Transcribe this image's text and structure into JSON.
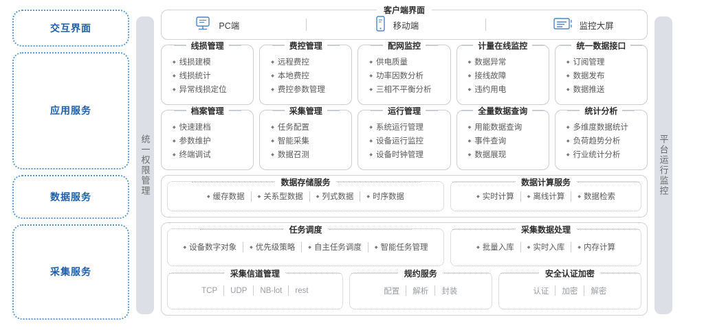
{
  "layers": [
    {
      "id": "interactive",
      "label": "交互界面"
    },
    {
      "id": "application",
      "label": "应用服务"
    },
    {
      "id": "data",
      "label": "数据服务"
    },
    {
      "id": "collection",
      "label": "采集服务"
    }
  ],
  "side_bars": {
    "left": "统一权限管理",
    "right": "平台运行监控"
  },
  "client_bar": {
    "title": "客户端界面",
    "items": [
      {
        "icon": "desktop-icon",
        "label": "PC端"
      },
      {
        "icon": "mobile-icon",
        "label": "移动端"
      },
      {
        "icon": "dashboard-screen-icon",
        "label": "监控大屏"
      }
    ]
  },
  "app_rows": [
    [
      {
        "title": "线损管理",
        "items": [
          "线损建模",
          "线损统计",
          "异常线损定位"
        ]
      },
      {
        "title": "费控管理",
        "items": [
          "远程费控",
          "本地费控",
          "费控参数管理"
        ]
      },
      {
        "title": "配网监控",
        "items": [
          "供电质量",
          "功率因数分析",
          "三相不平衡分析"
        ]
      },
      {
        "title": "计量在线监控",
        "items": [
          "数据异常",
          "接线故障",
          "违约用电"
        ]
      },
      {
        "title": "统一数据接口",
        "items": [
          "订阅管理",
          "数据发布",
          "数据推送"
        ]
      }
    ],
    [
      {
        "title": "档案管理",
        "items": [
          "快速建档",
          "参数维护",
          "终端调试"
        ]
      },
      {
        "title": "采集管理",
        "items": [
          "任务配置",
          "智能采集",
          "数据召测"
        ]
      },
      {
        "title": "运行管理",
        "items": [
          "系统运行管理",
          "设备运行监控",
          "设备时钟管理"
        ]
      },
      {
        "title": "全量数据查询",
        "items": [
          "用能数据查询",
          "事件查询",
          "数据展现"
        ]
      },
      {
        "title": "统计分析",
        "items": [
          "多维度数据统计",
          "负荷趋势分析",
          "行业统计分析"
        ]
      }
    ]
  ],
  "data_service": [
    {
      "title": "数据存储服务",
      "bulleted": true,
      "flex": 2,
      "items": [
        "缓存数据",
        "关系型数据",
        "列式数据",
        "时序数据"
      ]
    },
    {
      "title": "数据计算服务",
      "bulleted": true,
      "flex": 1.35,
      "items": [
        "实时计算",
        "离线计算",
        "数据检索"
      ]
    }
  ],
  "collection_service": {
    "row1": [
      {
        "title": "任务调度",
        "bulleted": true,
        "flex": 2,
        "items": [
          "设备数字对象",
          "优先级策略",
          "自主任务调度",
          "智能任务管理"
        ]
      },
      {
        "title": "采集数据处理",
        "bulleted": true,
        "flex": 1.35,
        "items": [
          "批量入库",
          "实时入库",
          "内存计算"
        ]
      }
    ],
    "row2": [
      {
        "title": "采集信道管理",
        "bulleted": false,
        "pale": true,
        "flex": 1.25,
        "items": [
          "TCP",
          "UDP",
          "NB-lot",
          "rest"
        ]
      },
      {
        "title": "规约服务",
        "bulleted": false,
        "pale": true,
        "flex": 1,
        "items": [
          "配置",
          "解析",
          "封装"
        ]
      },
      {
        "title": "安全认证加密",
        "bulleted": false,
        "pale": true,
        "flex": 1,
        "items": [
          "认证",
          "加密",
          "解密"
        ]
      }
    ]
  },
  "colors": {
    "layer_blue": "#1f5fa9",
    "layer_border": "#5b9bd5",
    "bar_gray": "#dcdfe6",
    "panel_border": "#cfd2d6",
    "text_gray": "#5a5a5a"
  }
}
